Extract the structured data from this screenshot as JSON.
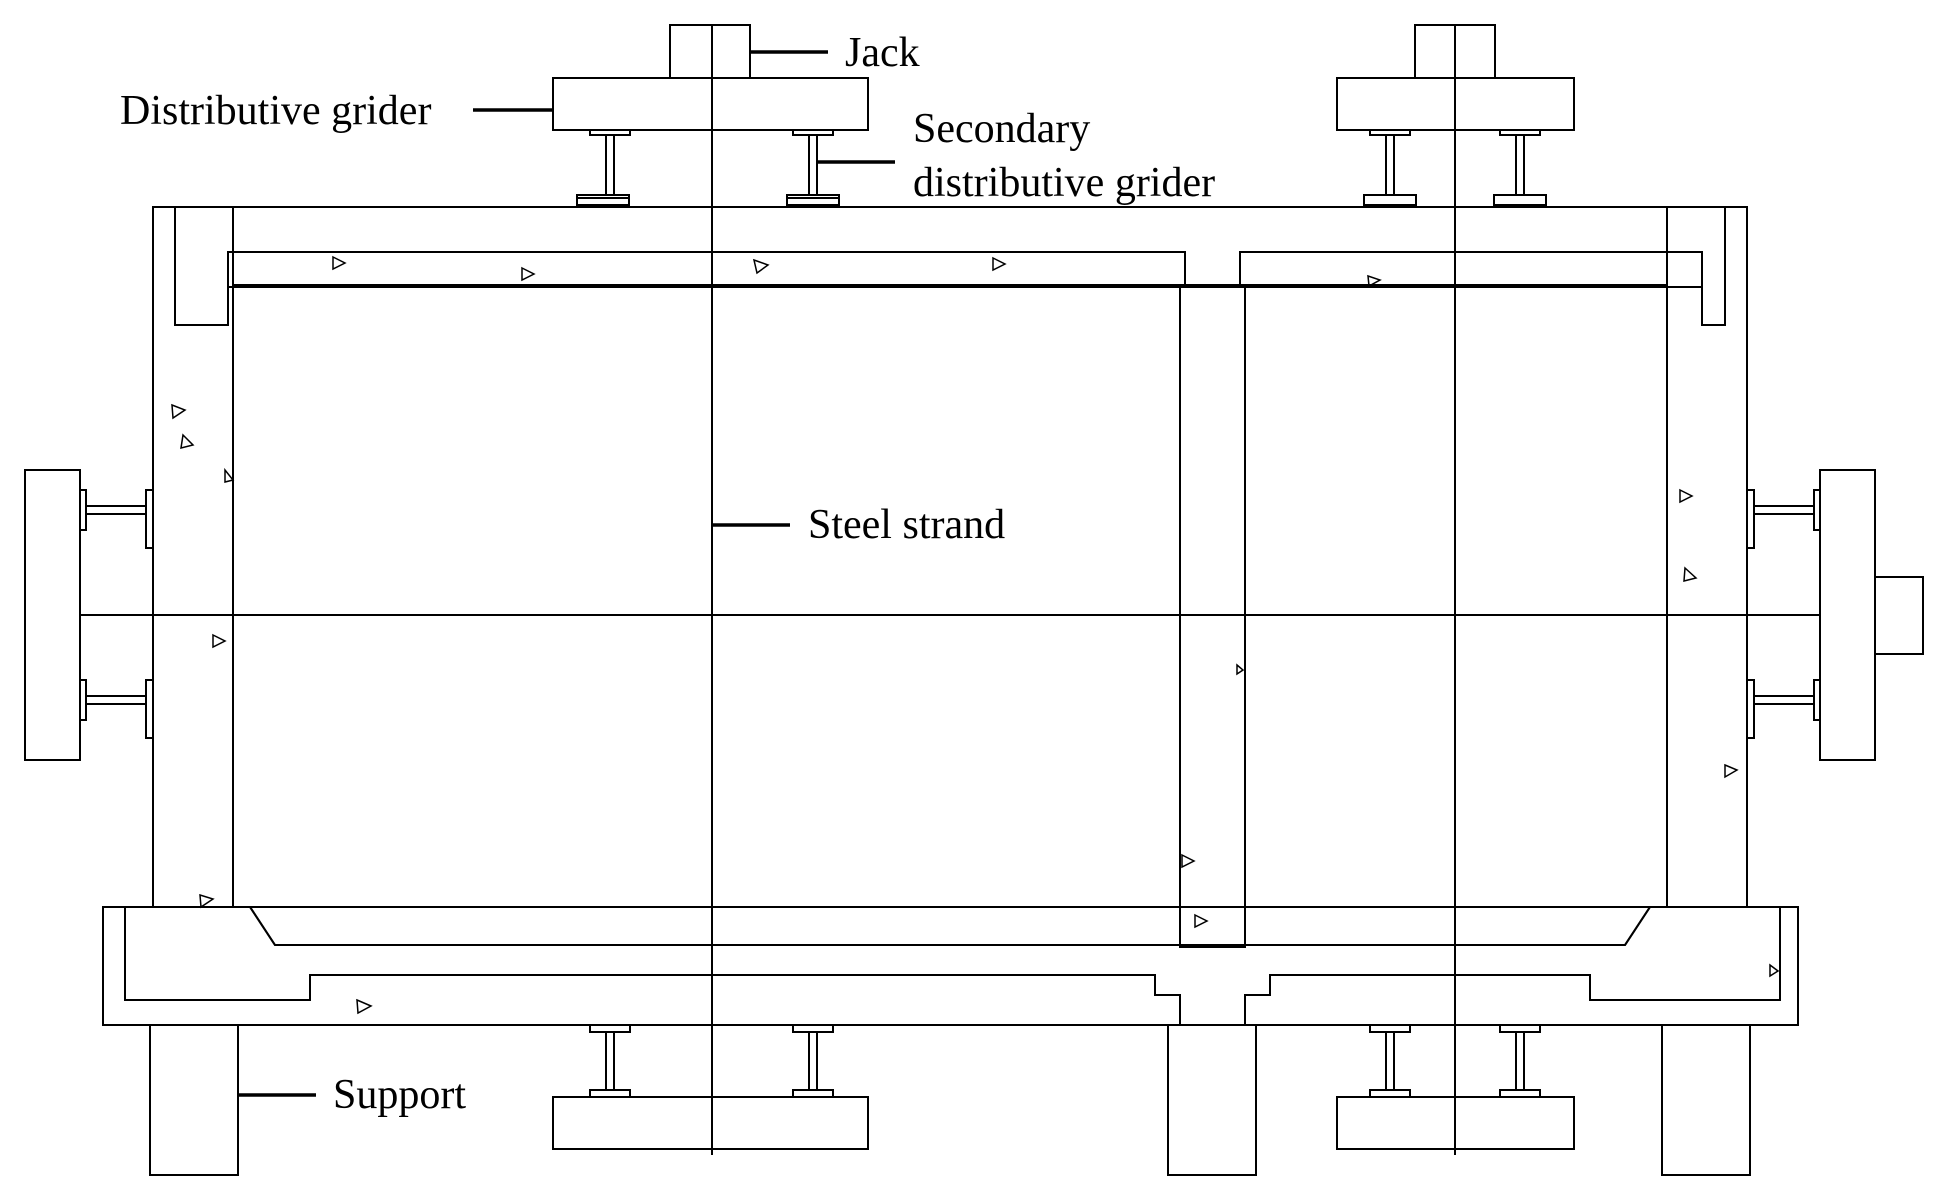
{
  "labels": {
    "jack": "Jack",
    "distributive_grider": "Distributive grider",
    "secondary_line1": "Secondary",
    "secondary_line2": "distributive grider",
    "steel_strand": "Steel strand",
    "support": "Support"
  },
  "colors": {
    "line": "#000000",
    "background": "#ffffff",
    "concrete_fill": "#ffffff",
    "grout_fill": "#d9d9d9"
  }
}
